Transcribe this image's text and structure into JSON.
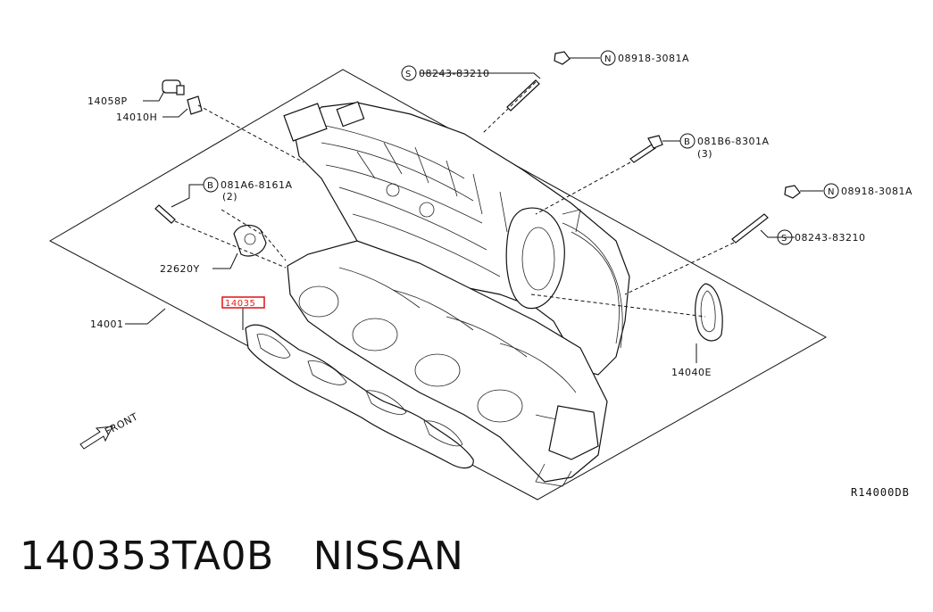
{
  "labels": {
    "p14058P": "14058P",
    "p14010H": "14010H",
    "p22620Y": "22620Y",
    "p14001": "14001",
    "p14035": "14035",
    "p14040E": "14040E",
    "n_top": "08918-3081A",
    "s_top": "08243-83210",
    "b_right": "081B6-8301A",
    "b_right_qty": "(3)",
    "n_right": "08918-3081A",
    "s_right": "08243-83210",
    "b_left": "081A6-8161A",
    "b_left_qty": "(2)",
    "front": "FRONT",
    "ref_code": "R14000DB"
  },
  "circle_letters": {
    "n": "N",
    "s": "S",
    "b": "B"
  },
  "caption": {
    "part_number": "140353TA0B",
    "brand": "NISSAN"
  },
  "highlight_color": "#e02020"
}
